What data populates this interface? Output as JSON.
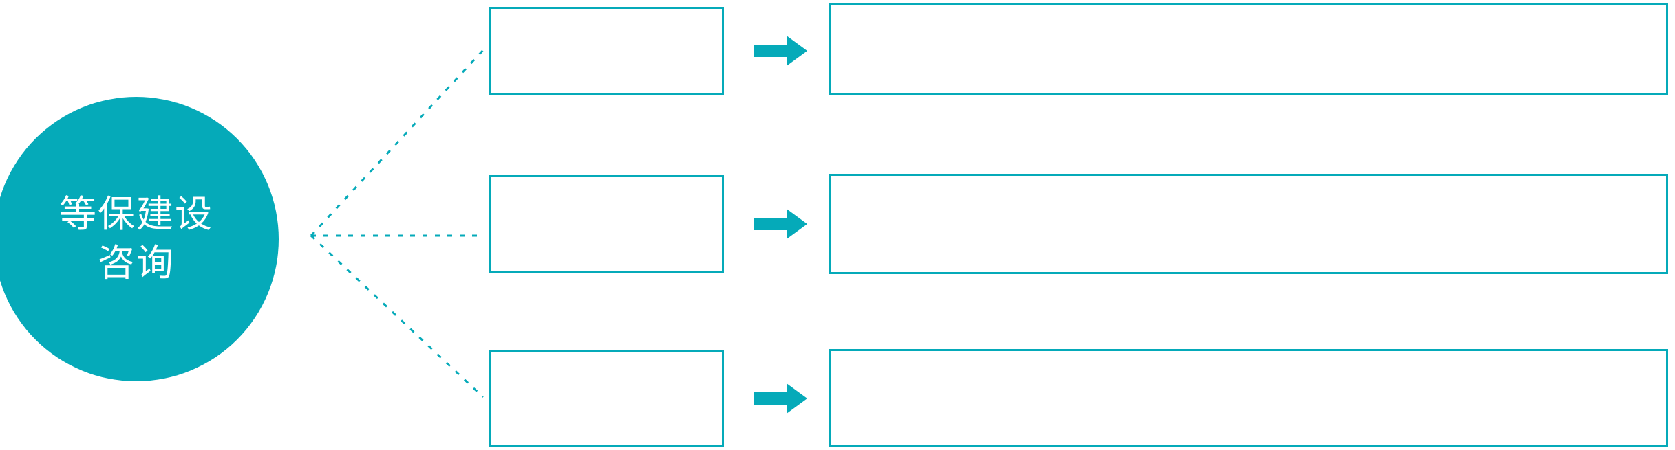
{
  "diagram": {
    "title": "",
    "accent_color": "#05aab9",
    "background_color": "#ffffff",
    "text_on_accent_color": "#ffffff",
    "hub": {
      "name": "等保建设咨询",
      "lines": [
        "等保建设",
        "咨询"
      ],
      "shape": "circle"
    },
    "connector": {
      "style": "dotted",
      "color": "#05aab9",
      "origin_label": "fan-out-point"
    },
    "arrow_icon": "arrow-right-icon",
    "rows": [
      {
        "id": "row-1",
        "stage_label": "",
        "detail_label": ""
      },
      {
        "id": "row-2",
        "stage_label": "",
        "detail_label": ""
      },
      {
        "id": "row-3",
        "stage_label": "",
        "detail_label": ""
      }
    ]
  }
}
